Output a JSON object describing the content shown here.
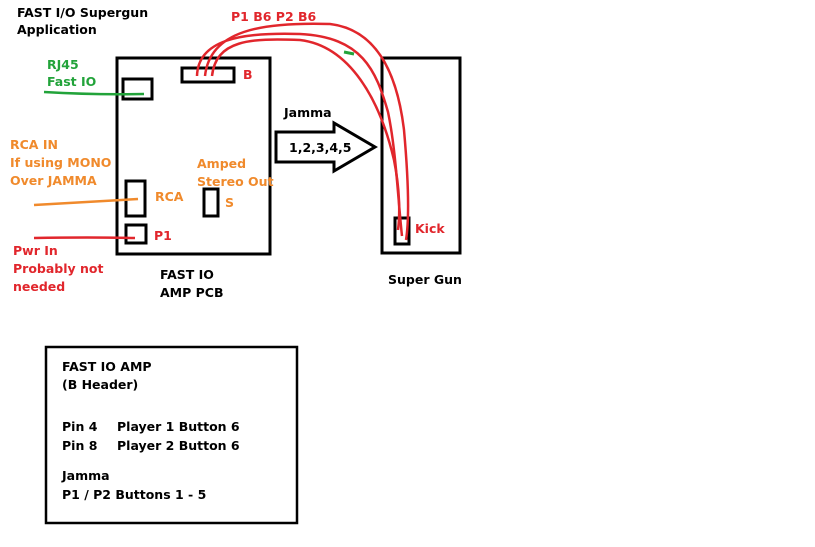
{
  "title": {
    "line1": "FAST I/O Supergun",
    "line2": "Application"
  },
  "rj45": {
    "line1": "RJ45",
    "line2": "Fast IO"
  },
  "rca_in": {
    "line1": "RCA IN",
    "line2": "If using MONO",
    "line3": "Over JAMMA"
  },
  "pwr_in": {
    "line1": "Pwr In",
    "line2": "Probably not",
    "line3": "needed"
  },
  "b_header_label": "B",
  "rca_label": "RCA",
  "p1_label": "P1",
  "amped": {
    "line1": "Amped",
    "line2": "Stereo Out"
  },
  "s_label": "S",
  "amp_pcb": {
    "line1": "FAST IO",
    "line2": "AMP PCB"
  },
  "wires_label": "P1 B6 P2 B6",
  "jamma_label": "Jamma",
  "arrow_text": "1,2,3,4,5",
  "kick_label": "Kick",
  "supergun_label": "Super Gun",
  "legend": {
    "title": "FAST IO AMP",
    "subtitle": "(B Header)",
    "rows": [
      {
        "pin": "Pin 4",
        "desc": "Player 1 Button 6"
      },
      {
        "pin": "Pin 8",
        "desc": "Player 2 Button 6"
      }
    ],
    "jamma_title": "Jamma",
    "jamma_desc": "P1 / P2 Buttons 1 - 5"
  },
  "colors": {
    "black": "#000000",
    "green": "#22a33a",
    "orange": "#f08a2c",
    "red": "#e1262c"
  }
}
